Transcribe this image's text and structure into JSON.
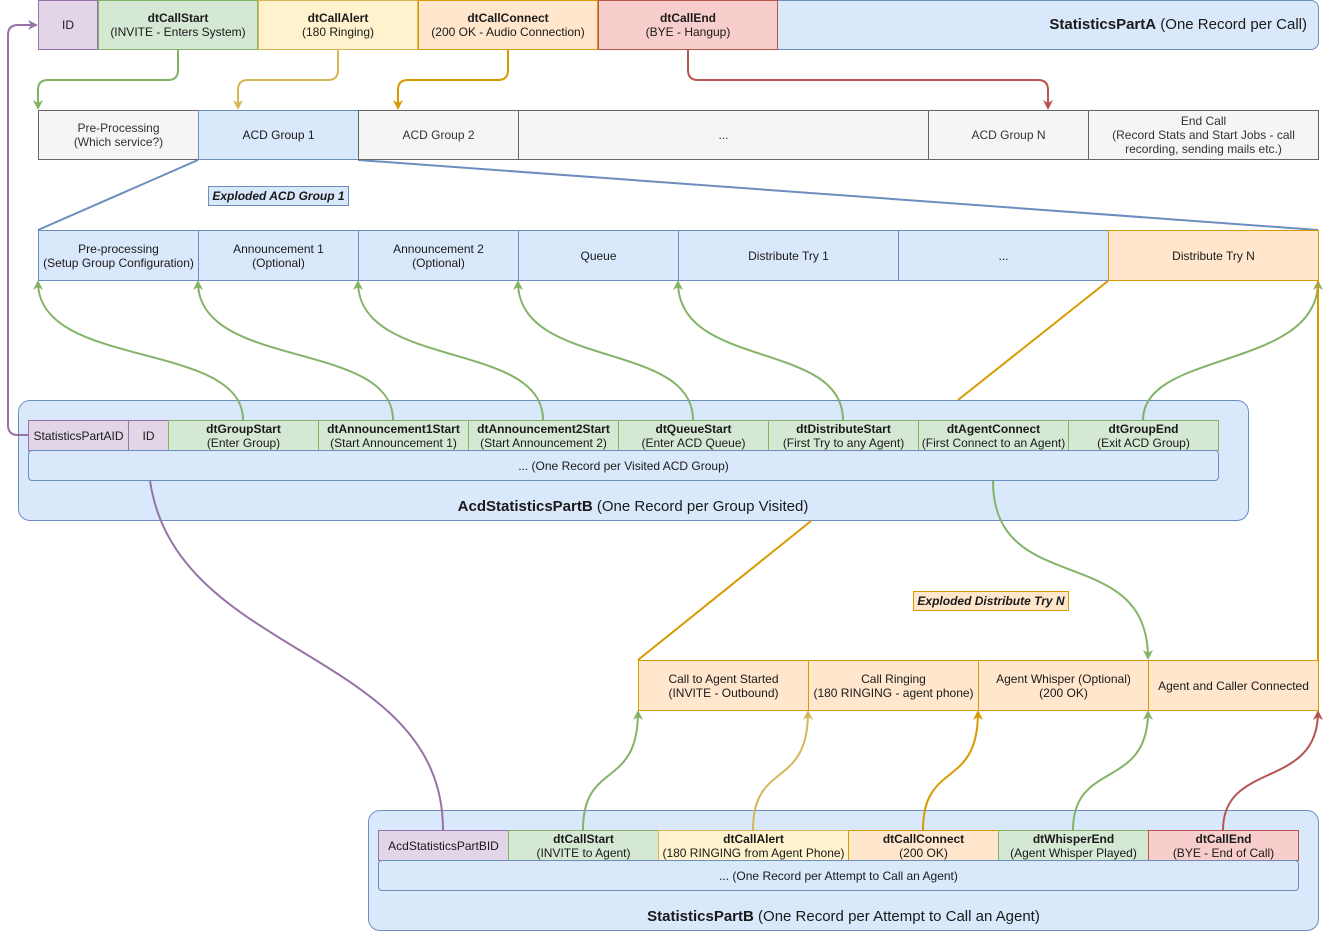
{
  "partA": {
    "caption_name": "StatisticsPartA",
    "caption_rest": " (One Record per Call)",
    "id": "ID",
    "fields": [
      {
        "name": "dtCallStart",
        "desc": "(INVITE - Enters System)"
      },
      {
        "name": "dtCallAlert",
        "desc": "(180 Ringing)"
      },
      {
        "name": "dtCallConnect",
        "desc": "(200 OK - Audio Connection)"
      },
      {
        "name": "dtCallEnd",
        "desc": "(BYE - Hangup)"
      }
    ]
  },
  "callFlow": [
    {
      "line1": "Pre-Processing",
      "line2": "(Which service?)"
    },
    {
      "line1": "ACD Group 1",
      "line2": ""
    },
    {
      "line1": "ACD Group 2",
      "line2": ""
    },
    {
      "line1": "...",
      "line2": ""
    },
    {
      "line1": "ACD Group N",
      "line2": ""
    },
    {
      "line1": "End Call",
      "line2": "(Record Stats and Start Jobs - call recording, sending mails etc.)"
    }
  ],
  "explodedGroupLabel": "Exploded ACD Group 1",
  "groupFlow": [
    {
      "line1": "Pre-processing",
      "line2": "(Setup Group Configuration)"
    },
    {
      "line1": "Announcement 1",
      "line2": "(Optional)"
    },
    {
      "line1": "Announcement 2",
      "line2": "(Optional)"
    },
    {
      "line1": "Queue",
      "line2": ""
    },
    {
      "line1": "Distribute Try 1",
      "line2": ""
    },
    {
      "line1": "...",
      "line2": ""
    },
    {
      "line1": "Distribute Try N",
      "line2": ""
    }
  ],
  "acdPartB": {
    "caption_name": "AcdStatisticsPartB",
    "caption_rest": " (One Record per Group Visited)",
    "fk": "StatisticsPartAID",
    "id": "ID",
    "fields": [
      {
        "name": "dtGroupStart",
        "desc": "(Enter Group)"
      },
      {
        "name": "dtAnnouncement1Start",
        "desc": "(Start Announcement 1)"
      },
      {
        "name": "dtAnnouncement2Start",
        "desc": "(Start Announcement 2)"
      },
      {
        "name": "dtQueueStart",
        "desc": "(Enter ACD Queue)"
      },
      {
        "name": "dtDistributeStart",
        "desc": "(First Try to any Agent)"
      },
      {
        "name": "dtAgentConnect",
        "desc": "(First Connect to an Agent)"
      },
      {
        "name": "dtGroupEnd",
        "desc": "(Exit ACD Group)"
      }
    ],
    "more": "... (One Record per Visited ACD Group)"
  },
  "explodedTryLabel": "Exploded Distribute Try N",
  "tryFlow": [
    {
      "line1": "Call to Agent Started",
      "line2": "(INVITE - Outbound)"
    },
    {
      "line1": "Call Ringing",
      "line2": "(180 RINGING - agent phone)"
    },
    {
      "line1": "Agent Whisper (Optional)",
      "line2": "(200 OK)"
    },
    {
      "line1": "Agent and Caller Connected",
      "line2": ""
    }
  ],
  "partB": {
    "caption_name": "StatisticsPartB",
    "caption_rest": " (One Record per Attempt to Call an Agent)",
    "fk": "AcdStatisticsPartBID",
    "fields": [
      {
        "name": "dtCallStart",
        "desc": "(INVITE to Agent)"
      },
      {
        "name": "dtCallAlert",
        "desc": "(180 RINGING from Agent Phone)"
      },
      {
        "name": "dtCallConnect",
        "desc": "(200 OK)"
      },
      {
        "name": "dtWhisperEnd",
        "desc": "(Agent Whisper Played)"
      },
      {
        "name": "dtCallEnd",
        "desc": "(BYE - End of Call)"
      }
    ],
    "more": "... (One Record per Attempt to Call an Agent)"
  },
  "colors": {
    "blue_fill": "#dae8fc",
    "blue_stroke": "#6c8ebf",
    "green_fill": "#d5e8d4",
    "green_stroke": "#82b366",
    "yellow_fill": "#fff2cc",
    "yellow_stroke": "#d6b656",
    "orange_fill": "#ffe6cc",
    "orange_stroke": "#d79b00",
    "red_fill": "#f8cecc",
    "red_stroke": "#b85450",
    "purple_fill": "#e1d5e7",
    "purple_stroke": "#9673a6",
    "grey_fill": "#f5f5f5",
    "grey_stroke": "#666666"
  }
}
